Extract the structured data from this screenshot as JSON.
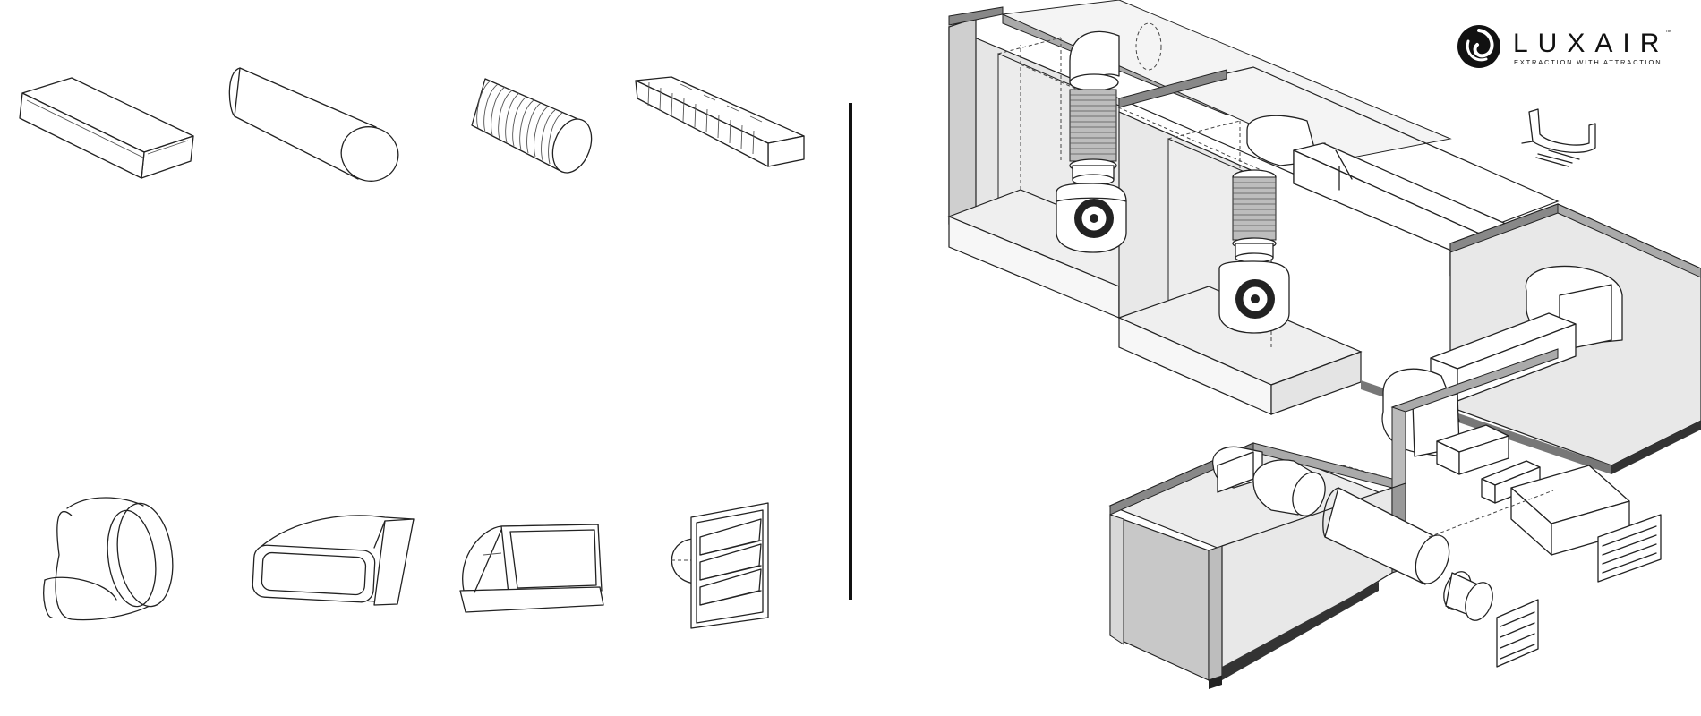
{
  "brand": {
    "name": "LUXAIR",
    "tagline": "EXTRACTION WITH ATTRACTION",
    "trademark": "™"
  },
  "catalogue": {
    "top_row": [
      "rectangular-duct",
      "round-duct",
      "flexible-round-hose",
      "flexible-rectangular-hose"
    ],
    "bottom_row": [
      "round-elbow",
      "rectangular-horizontal-elbow",
      "rectangular-vertical-elbow",
      "louvred-wall-vent"
    ]
  },
  "colors": {
    "line": "#222222",
    "wall_fill": "#e4e4e4",
    "wall_dark": "#c9c9c9",
    "floor_edge": "#333333",
    "background": "#ffffff"
  }
}
